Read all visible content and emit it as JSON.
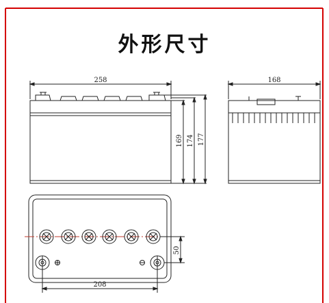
{
  "title": "外形尺寸",
  "dimensions": {
    "front_width": "258",
    "side_width": "168",
    "height_case": "169",
    "height_mid": "174",
    "height_total": "177",
    "terminal_offset": "50",
    "terminal_spacing": "208"
  },
  "colors": {
    "border_red": "#d40000",
    "centerline_red": "#c0392b",
    "line": "#222222"
  }
}
